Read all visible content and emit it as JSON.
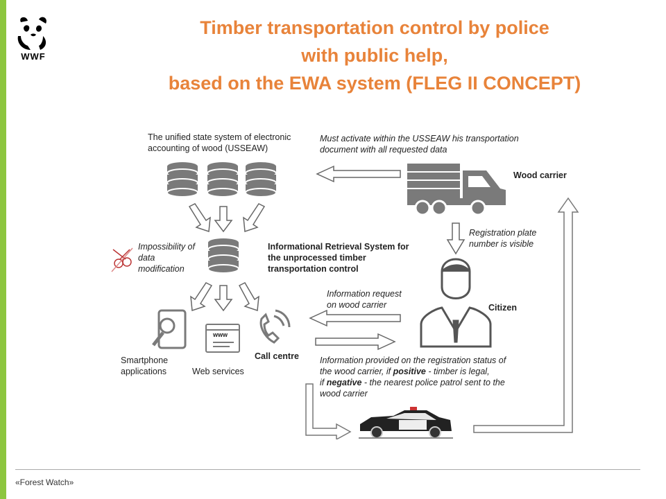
{
  "slide": {
    "title_lines": [
      "Timber transportation control by police",
      "with public help,",
      "based on the EWA system (FLEG II CONCEPT)"
    ],
    "logo_text": "WWF",
    "footer": "«Forest Watch»",
    "colors": {
      "accent_bar": "#8dc63f",
      "title": "#e8833a",
      "arrow_stroke": "#777777",
      "icon_gray": "#7a7a7a"
    }
  },
  "diagram": {
    "usseaw_label": "The unified state system of electronic\naccounting of wood (USSEAW)",
    "must_activate": "Must activate within the USSEAW his transportation\ndocument with all  requested data",
    "wood_carrier": "Wood carrier",
    "registration_plate": "Registration plate\nnumber is visible",
    "impossibility": "Impossibility of\ndata\nmodification",
    "irs_label": "Informational Retrieval  System for\nthe unprocessed timber\ntransportation control",
    "info_request": "Information request\non wood carrier",
    "citizen": "Citizen",
    "smartphone": "Smartphone\napplications",
    "web_services": "Web services",
    "call_centre": "Call centre",
    "www": "www",
    "info_provided_1": "Information provided on the registration status of",
    "info_provided_2": "the wood carrier, if ",
    "positive": "positive",
    "info_provided_3": " - timber is legal,",
    "if_word": "if ",
    "negative": "negative",
    "info_provided_4": " - the nearest police patrol sent to the",
    "info_provided_5": "wood carrier"
  }
}
